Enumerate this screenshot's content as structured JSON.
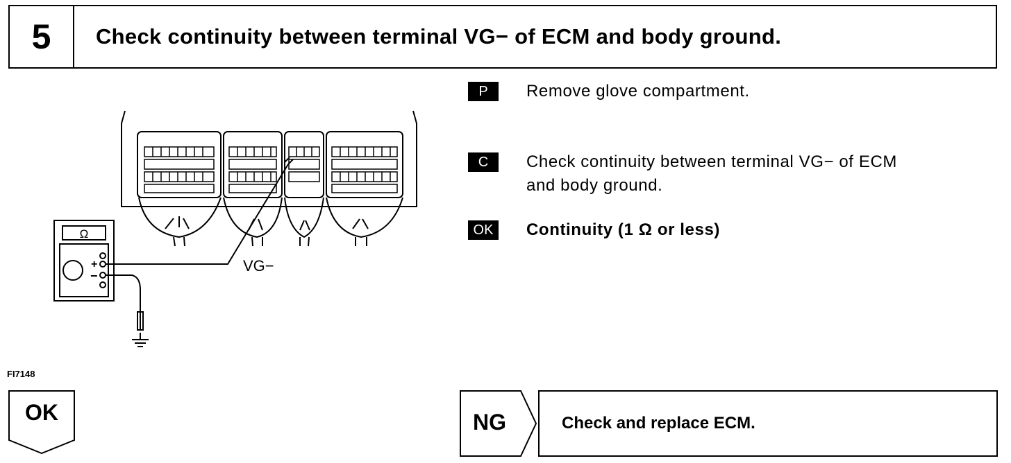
{
  "header": {
    "step_number": "5",
    "title": "Check continuity between terminal VG− of ECM and body ground."
  },
  "diagram": {
    "meter_symbol": "Ω",
    "plus_label": "+",
    "minus_label": "−",
    "terminal_label": "VG−",
    "figure_code": "FI7148"
  },
  "instructions": [
    {
      "tag": "P",
      "text": "Remove glove compartment."
    },
    {
      "tag": "C",
      "text_line1": "Check continuity between terminal VG− of ECM",
      "text_line2": "and body ground."
    },
    {
      "tag": "OK",
      "text": "Continuity (1 Ω or less)"
    }
  ],
  "result_ok": {
    "label": "OK"
  },
  "result_ng": {
    "label": "NG",
    "action": "Check and replace ECM."
  }
}
